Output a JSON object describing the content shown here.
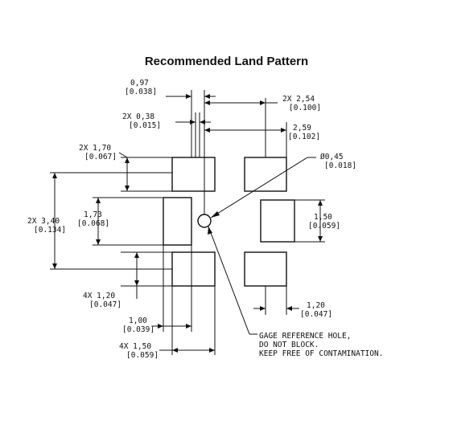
{
  "title": "Recommended Land Pattern",
  "dimensions": {
    "d097": {
      "mm": "0,97",
      "inch": "[0.038]"
    },
    "d254": {
      "mm": "2X 2,54",
      "inch": "[0.100]"
    },
    "d038": {
      "mm": "2X 0,38",
      "inch": "[0.015]"
    },
    "d259": {
      "mm": "2,59",
      "inch": "[0.102]"
    },
    "d170": {
      "mm": "2X 1,70",
      "inch": "[0.067]"
    },
    "d045": {
      "mm": "Ø0,45",
      "inch": "[0.018]"
    },
    "d340": {
      "mm": "2X 3,40",
      "inch": "[0.134]"
    },
    "d173": {
      "mm": "1,73",
      "inch": "[0.068]"
    },
    "d150r": {
      "mm": "1,50",
      "inch": "[0.059]"
    },
    "d120l": {
      "mm": "4X 1,20",
      "inch": "[0.047]"
    },
    "d120r": {
      "mm": "1,20",
      "inch": "[0.047]"
    },
    "d100": {
      "mm": "1,00",
      "inch": "[0.039]"
    },
    "d150b": {
      "mm": "4X 1,50",
      "inch": "[0.059]"
    }
  },
  "note": {
    "line1": "GAGE REFERENCE HOLE,",
    "line2": "DO NOT BLOCK.",
    "line3": "KEEP FREE OF CONTAMINATION."
  }
}
